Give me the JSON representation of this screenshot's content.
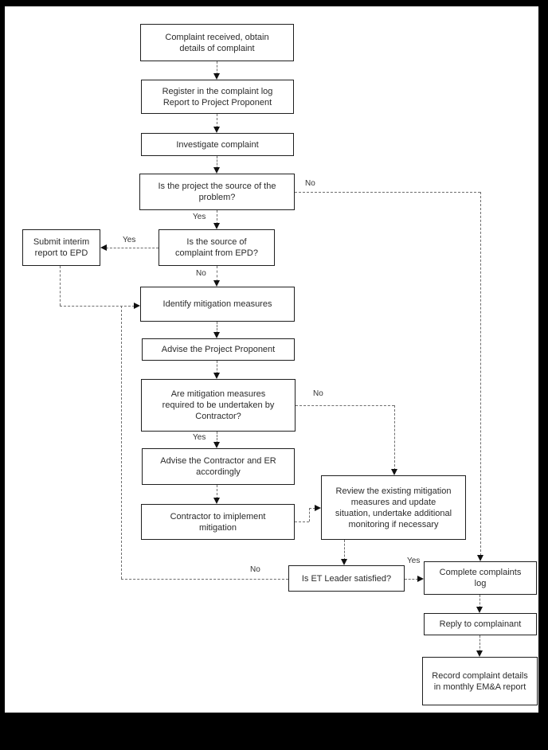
{
  "colors": {
    "background": "#000000",
    "paper": "#ffffff",
    "box_border": "#1f1f1f",
    "connector": "#6e6e6e",
    "text": "#2b2b2b"
  },
  "diagram": {
    "type": "flowchart",
    "nodes": {
      "complaint_received": {
        "label": "Complaint received, obtain\ndetails of complaint"
      },
      "register_log": {
        "label": "Register in the complaint log\nReport to Project Proponent"
      },
      "investigate": {
        "label": "Investigate complaint"
      },
      "project_source_q": {
        "label": "Is the project the source of the\nproblem?"
      },
      "source_epd_q": {
        "label": "Is the source of\ncomplaint from EPD?"
      },
      "submit_interim": {
        "label": "Submit interim\nreport to EPD"
      },
      "identify_mitigation": {
        "label": "Identify mitigation measures"
      },
      "advise_proponent": {
        "label": "Advise the Project Proponent"
      },
      "mitigation_required_q": {
        "label": "Are mitigation measures\nrequired to be undertaken by\nContractor?"
      },
      "advise_contractor": {
        "label": "Advise the Contractor and ER\naccordingly"
      },
      "contractor_implement": {
        "label": "Contractor to imiplement\nmitigation"
      },
      "review_existing": {
        "label": "Review the existing mitigation\nmeasures and update\nsituation, undertake additional\nmonitoring if necessary"
      },
      "et_satisfied_q": {
        "label": "Is ET Leader satisfied?"
      },
      "complete_log": {
        "label": "Complete complaints\nlog"
      },
      "reply_complainant": {
        "label": "Reply to complainant"
      },
      "record_details": {
        "label": "Record complaint details\nin monthly EM&A report"
      }
    },
    "edge_labels": {
      "project_source_no": "No",
      "project_source_yes": "Yes",
      "source_epd_yes": "Yes",
      "source_epd_no": "No",
      "mitigation_required_no": "No",
      "mitigation_required_yes": "Yes",
      "et_satisfied_no": "No",
      "et_satisfied_yes": "Yes"
    }
  }
}
